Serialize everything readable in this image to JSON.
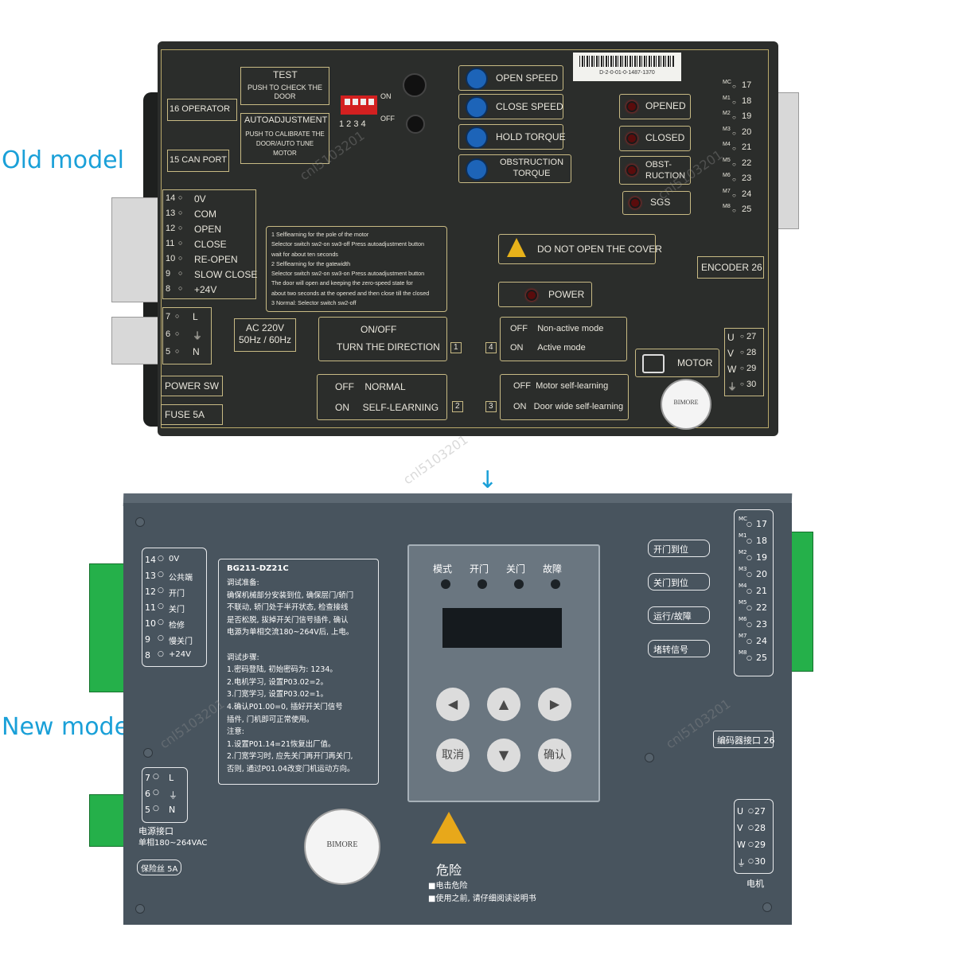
{
  "labels": {
    "old_model": "Old model",
    "new_model": "New model",
    "arrow": "↓"
  },
  "watermark": "cnl5103201",
  "old": {
    "serial": "D-2-0-01-0-1487-1370",
    "test_title": "TEST",
    "test_text": "PUSH TO CHECK THE DOOR",
    "operator": "16 OPERATOR",
    "auto_title": "AUTOADJUSTMENT",
    "auto_text": "PUSH TO CALIBRATE THE DOOR/AUTO TUNE MOTOR",
    "can_port": "15 CAN PORT",
    "dip_on": "ON",
    "dip_off": "OFF",
    "dip_nums": "1 2 3 4",
    "open_speed": "OPEN SPEED",
    "close_speed": "CLOSE SPEED",
    "hold_torque": "HOLD TORQUE",
    "obstruction_torque": "OBSTRUCTION TORQUE",
    "opened": "OPENED",
    "closed": "CLOSED",
    "obstruction": "OBST-RUCTION",
    "sgs": "SGS",
    "left_terms": [
      {
        "num": "14",
        "label": "0V"
      },
      {
        "num": "13",
        "label": "COM"
      },
      {
        "num": "12",
        "label": "OPEN"
      },
      {
        "num": "11",
        "label": "CLOSE"
      },
      {
        "num": "10",
        "label": "RE-OPEN"
      },
      {
        "num": "9",
        "label": "SLOW CLOSE"
      },
      {
        "num": "8",
        "label": "+24V"
      }
    ],
    "power_terms": [
      {
        "num": "7",
        "label": "L"
      },
      {
        "num": "6",
        "label": "⏚"
      },
      {
        "num": "5",
        "label": "N"
      }
    ],
    "right_terms": [
      {
        "mark": "MC",
        "num": "17"
      },
      {
        "mark": "M1",
        "num": "18"
      },
      {
        "mark": "M2",
        "num": "19"
      },
      {
        "mark": "M3",
        "num": "20"
      },
      {
        "mark": "M4",
        "num": "21"
      },
      {
        "mark": "M5",
        "num": "22"
      },
      {
        "mark": "M6",
        "num": "23"
      },
      {
        "mark": "M7",
        "num": "24"
      },
      {
        "mark": "M8",
        "num": "25"
      }
    ],
    "instructions": [
      "1 Selflearning for the pole of the motor",
      "Selector switch sw2-on sw3-off Press autoadjustment button",
      "wait for about ten seconds",
      "2 Selflearning for the gatewidth",
      "Selector switch sw2-on sw3-on Press autoadjustment button",
      "The door will open and keeping the zero-speed state for",
      "about two seconds at the opened and then close till the closed",
      "3 Normal: Selector switch sw2-off"
    ],
    "warning": "DO NOT OPEN THE COVER",
    "encoder": "ENCODER  26",
    "power": "POWER",
    "ac": "AC 220V 50Hz / 60Hz",
    "onoff": "ON/OFF",
    "turn": "TURN THE DIRECTION",
    "sw1": "1",
    "mode_off": "OFF    Non-active mode",
    "mode_on": "ON      Active mode",
    "sw4": "4",
    "power_sw": "POWER SW",
    "fuse": "FUSE 5A",
    "normal_off": "OFF    NORMAL",
    "normal_on": "ON     SELF-LEARNING",
    "sw2": "2",
    "motor_off": "OFF  Motor self-learning",
    "motor_on": "ON   Door wide self-learning",
    "sw3": "3",
    "motor": "MOTOR",
    "uvw": [
      {
        "l": "U",
        "n": "27"
      },
      {
        "l": "V",
        "n": "28"
      },
      {
        "l": "W",
        "n": "29"
      },
      {
        "l": "⏚",
        "n": "30"
      }
    ],
    "seal": "BIMORE"
  },
  "new": {
    "left_terms": [
      {
        "num": "14",
        "label": "0V"
      },
      {
        "num": "13",
        "label": "公共端"
      },
      {
        "num": "12",
        "label": "开门"
      },
      {
        "num": "11",
        "label": "关门"
      },
      {
        "num": "10",
        "label": "检修"
      },
      {
        "num": "9",
        "label": "慢关门"
      },
      {
        "num": "8",
        "label": "+24V"
      }
    ],
    "model": "BG211-DZ21C",
    "manual": [
      "调试准备:",
      "确保机械部分安装到位, 确保层门/轿门",
      "不联动, 轿门处于半开状态, 检查接线",
      "是否松脱, 拔掉开关门信号插件, 确认",
      "电源为单相交流180~264V后, 上电。",
      "",
      "调试步骤:",
      "1.密码登陆, 初始密码为: 1234。",
      "2.电机学习, 设置P03.02=2。",
      "3.门宽学习, 设置P03.02=1。",
      "4.确认P01.00=0, 插好开关门信号",
      "插件, 门机即可正常使用。",
      "注意:",
      "1.设置P01.14=21恢复出厂值。",
      "2.门宽学习时, 应先关门再开门再关门,",
      "否则, 通过P01.04改变门机运动方向。"
    ],
    "leds": [
      "模式",
      "开门",
      "关门",
      "故障"
    ],
    "btn_left": "◀",
    "btn_up": "▲",
    "btn_right": "▶",
    "btn_cancel": "取消",
    "btn_down": "▼",
    "btn_confirm": "确认",
    "status": [
      "开门到位",
      "关门到位",
      "运行/故障",
      "堵转信号"
    ],
    "right_terms": [
      {
        "mark": "MC",
        "num": "17"
      },
      {
        "mark": "M1",
        "num": "18"
      },
      {
        "mark": "M2",
        "num": "19"
      },
      {
        "mark": "M3",
        "num": "20"
      },
      {
        "mark": "M4",
        "num": "21"
      },
      {
        "mark": "M5",
        "num": "22"
      },
      {
        "mark": "M6",
        "num": "23"
      },
      {
        "mark": "M7",
        "num": "24"
      },
      {
        "mark": "M8",
        "num": "25"
      }
    ],
    "encoder": "编码器接口 26",
    "power_terms": [
      {
        "num": "7",
        "label": "L"
      },
      {
        "num": "6",
        "label": "⏚"
      },
      {
        "num": "5",
        "label": "N"
      }
    ],
    "power_title": "电源接口",
    "power_spec": "单相180~264VAC",
    "fuse": "保险丝 5A",
    "seal": "BIMORE",
    "danger_title": "危险",
    "danger_1": "■电击危险",
    "danger_2": "■使用之前, 请仔细阅读说明书",
    "uvw": [
      {
        "l": "U",
        "n": "27"
      },
      {
        "l": "V",
        "n": "28"
      },
      {
        "l": "W",
        "n": "29"
      },
      {
        "l": "⏚",
        "n": "30"
      }
    ],
    "motor": "电机"
  }
}
